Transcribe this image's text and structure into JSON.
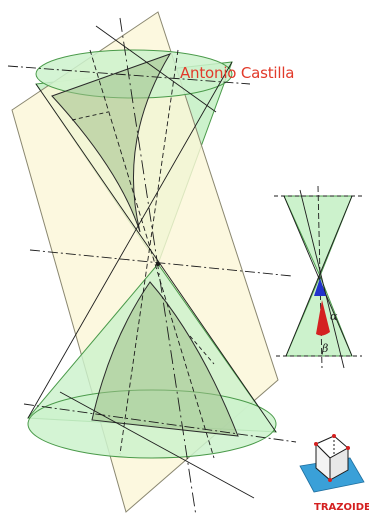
{
  "figure": {
    "author": "Antonio Castilla",
    "alpha_label": "α",
    "beta_label": "β",
    "brand": "TRAZOIDE"
  },
  "colors": {
    "cone_fill": "#ccf2cc",
    "cone_outline": "#4a9a4a",
    "plane_fill": "#fbf6d8",
    "plane_outline": "#8a8770",
    "author_text": "#e23a2a",
    "line": "#1c1c1c",
    "marker_blue": "#2233cc",
    "marker_red": "#d42020",
    "brand_text": "#d42020",
    "brand_plane": "#3aa0d8"
  },
  "icons": {
    "logo": "cube-on-plane-logo-icon"
  }
}
